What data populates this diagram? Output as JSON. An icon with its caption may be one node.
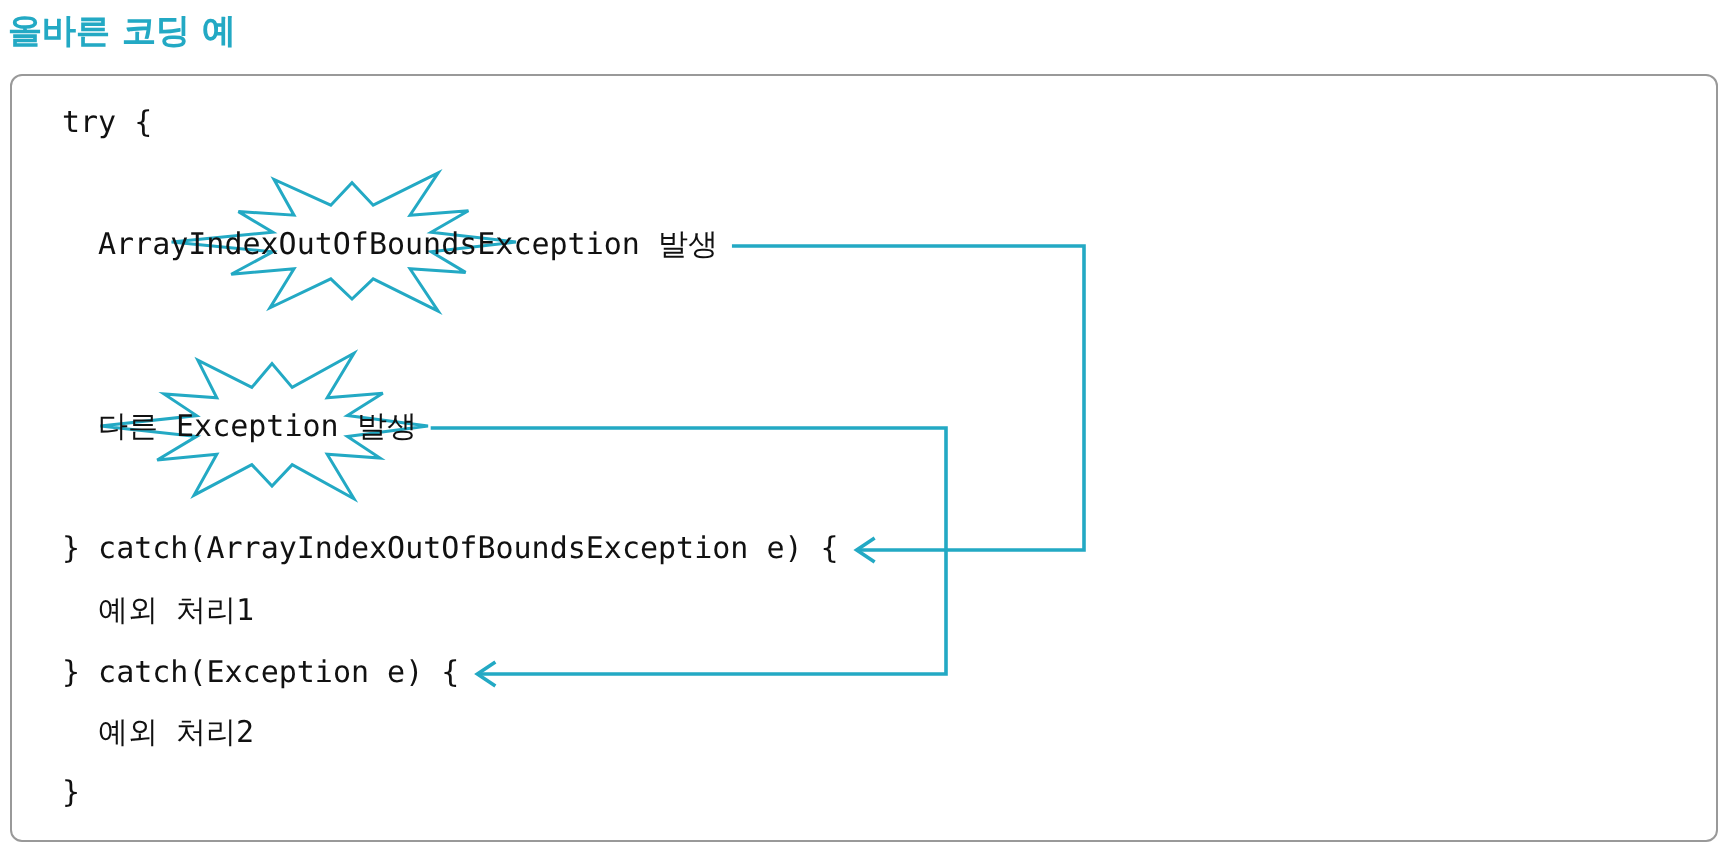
{
  "diagram": {
    "title": "올바른 코딩 예",
    "nodes": [
      {
        "text": [
          "ArrayIndexOutOfBoundsException 발생"
        ]
      },
      {
        "text": [
          "다른 Exception 발생"
        ]
      },
      {
        "text": [
          "} catch(ArrayIndexOutOfBoundsException e) {"
        ]
      },
      {
        "text": [
          "} catch(Exception e) {"
        ]
      }
    ],
    "edges": [
      {
        "from": 0,
        "to": 2,
        "arrow": "to"
      },
      {
        "from": 1,
        "to": 3,
        "arrow": "to"
      }
    ],
    "labels": [
      "try {",
      "예외 처리1",
      "예외 처리2",
      "}"
    ]
  }
}
